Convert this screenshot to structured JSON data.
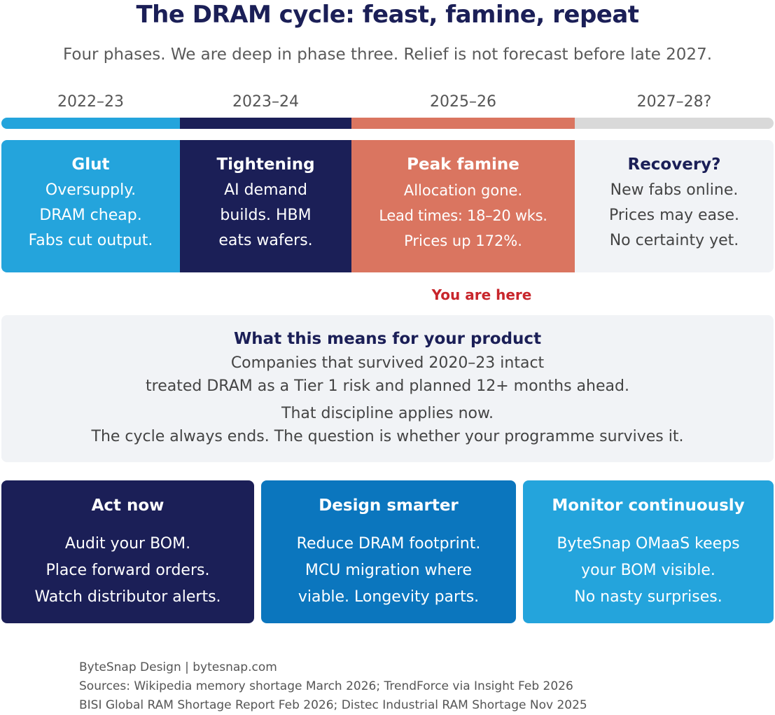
{
  "title": "The DRAM cycle: feast, famine, repeat",
  "subtitle": "Four phases. We are deep in phase three. Relief is not forecast before late 2027.",
  "colors": {
    "glut": "#24a4dc",
    "tightening": "#1b1f57",
    "peak_famine": "#da7560",
    "recovery_bar": "#d9d9d9",
    "recovery_box": "#f1f3f6",
    "marker": "#c8262c",
    "act_now": "#1b1f57",
    "design_smarter": "#0b76be",
    "monitor": "#24a4dc"
  },
  "timeline": {
    "phases": [
      {
        "years": "2022–23",
        "name": "Glut",
        "lines": [
          "Oversupply.",
          "DRAM cheap.",
          "Fabs cut output."
        ]
      },
      {
        "years": "2023–24",
        "name": "Tightening",
        "lines": [
          "AI demand",
          "builds. HBM",
          "eats wafers."
        ]
      },
      {
        "years": "2025–26",
        "name": "Peak famine",
        "lines": [
          "Allocation gone.",
          "Lead times: 18–20 wks.",
          "Prices up 172%."
        ]
      },
      {
        "years": "2027–28?",
        "name": "Recovery?",
        "lines": [
          "New fabs online.",
          "Prices may ease.",
          "No certainty yet."
        ]
      }
    ],
    "marker": "You are here"
  },
  "implications": {
    "heading": "What this means for your product",
    "lines": [
      "Companies that survived 2020–23 intact",
      "treated DRAM as a Tier 1 risk and planned 12+ months ahead.",
      "That discipline applies now.",
      "The cycle always ends. The question is whether your programme survives it."
    ]
  },
  "actions": [
    {
      "title": "Act now",
      "lines": [
        "Audit your BOM.",
        "Place forward orders.",
        "Watch distributor alerts."
      ]
    },
    {
      "title": "Design smarter",
      "lines": [
        "Reduce DRAM footprint.",
        "MCU migration where",
        "viable. Longevity parts."
      ]
    },
    {
      "title": "Monitor continuously",
      "lines": [
        "ByteSnap OMaaS keeps",
        "your BOM visible.",
        "No nasty surprises."
      ]
    }
  ],
  "footer": {
    "credit": "ByteSnap Design | bytesnap.com",
    "sources_1": "Sources: Wikipedia memory shortage March 2026; TrendForce via Insight Feb 2026",
    "sources_2": "BISI Global RAM Shortage Report Feb 2026; Distec Industrial RAM Shortage Nov 2025"
  }
}
